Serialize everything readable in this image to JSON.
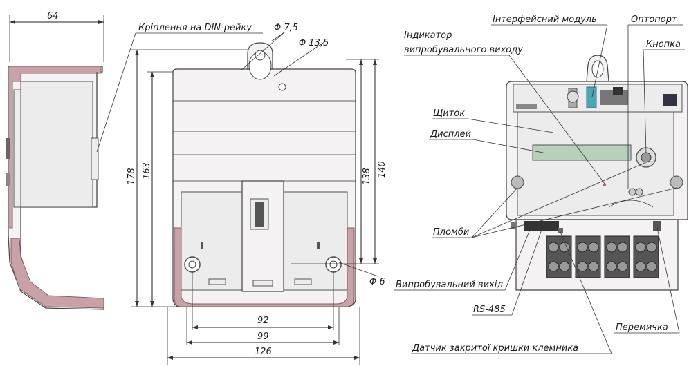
{
  "dimensions": {
    "side_width": "64",
    "height_total": "178",
    "height_body": "163",
    "hole_small": "Φ 7,5",
    "hole_large": "Φ 13,5",
    "mount_height_a": "138",
    "mount_height_b": "140",
    "screw_hole": "Φ 6",
    "width_inner": "92",
    "width_mid": "99",
    "width_total": "126"
  },
  "labels": {
    "din_rail": "Кріплення на DIN-рейку",
    "test_output_indicator_line1": "Індикатор",
    "test_output_indicator_line2": "випробувального виходу",
    "interface_module": "Інтерфейсний модуль",
    "optoport": "Оптопорт",
    "button": "Кнопка",
    "panel": "Щиток",
    "display": "Дисплей",
    "seals": "Пломби",
    "test_output": "Випробувальний вихід",
    "rs485": "RS-485",
    "jumper": "Перемичка",
    "cover_sensor": "Датчик закритої кришки клемника"
  }
}
